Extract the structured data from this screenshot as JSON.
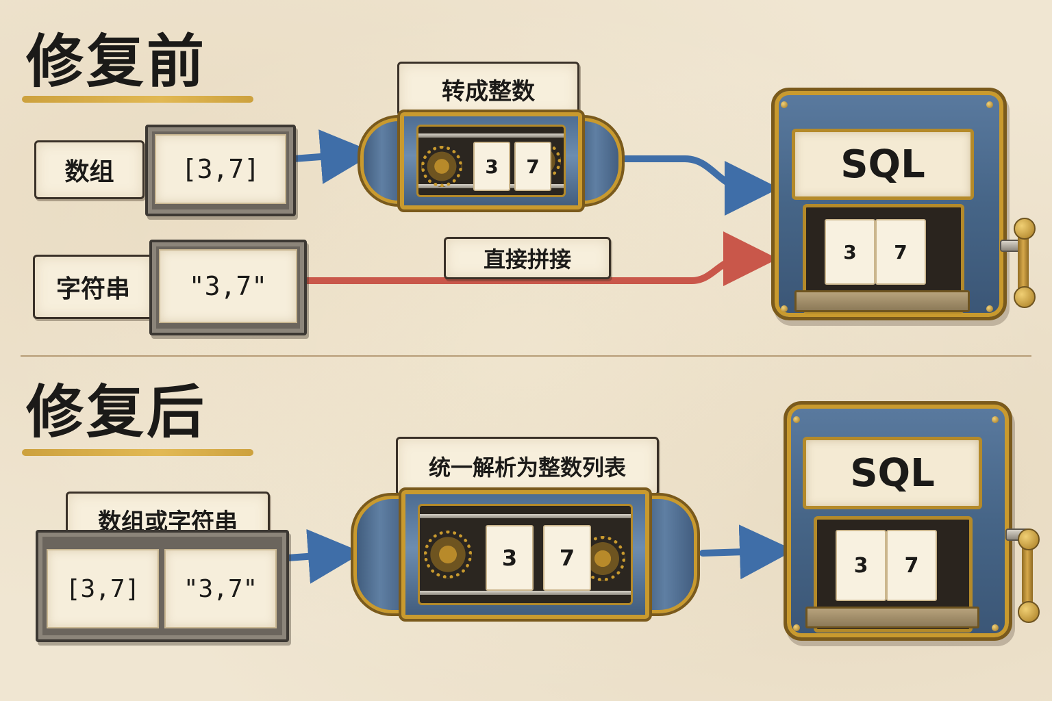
{
  "before": {
    "title": "修复前",
    "array_label": "数组",
    "array_value": "[3,7]",
    "string_label": "字符串",
    "string_value": "\"3,7\"",
    "convert_label": "转成整数",
    "concat_label": "直接拼接",
    "roller_digits": [
      "3",
      "7"
    ],
    "sql_label": "SQL",
    "sql_digits": [
      "3",
      "7"
    ]
  },
  "after": {
    "title": "修复后",
    "input_label": "数组或字符串",
    "array_value": "[3,7]",
    "string_value": "\"3,7\"",
    "parse_label": "统一解析为整数列表",
    "roller_digits": [
      "3",
      "7"
    ],
    "sql_label": "SQL",
    "sql_digits": [
      "3",
      "7"
    ]
  },
  "colors": {
    "blue_arrow": "#3f6ea8",
    "red_arrow": "#c9574a",
    "title_underline": "#d9aa3d",
    "machine_blue": "#4b6a8f",
    "brass": "#c99a2e"
  }
}
